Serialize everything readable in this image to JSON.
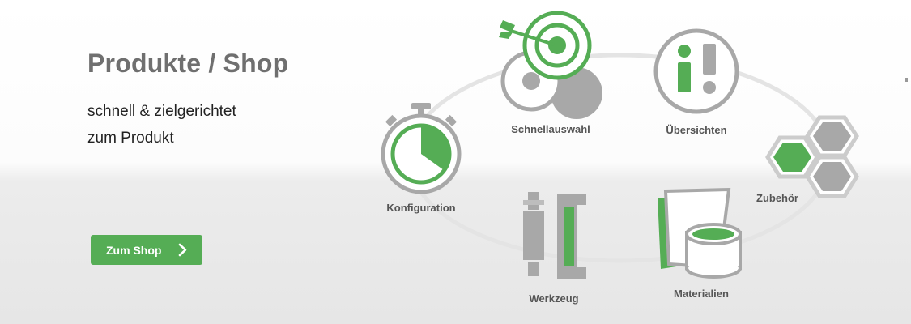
{
  "banner": {
    "title": "Produkte / Shop",
    "tagline_line1": "schnell & zielgerichtet",
    "tagline_line2": "zum Produkt",
    "button_label": "Zum Shop"
  },
  "nodes": {
    "schnellauswahl": "Schnellauswahl",
    "uebersichten": "Übersichten",
    "zubehoer": "Zubehör",
    "materialien": "Materialien",
    "werkzeug": "Werkzeug",
    "konfiguration": "Konfiguration"
  },
  "icons": {
    "schnellauswahl": "target-arrow-icon",
    "uebersichten": "info-exclamation-icon",
    "zubehoer": "hexagons-icon",
    "materialien": "material-roll-icon",
    "werkzeug": "tool-profile-icon",
    "konfiguration": "stopwatch-icon",
    "button": "chevron-right-icon"
  },
  "colors": {
    "accent": "#55ad55",
    "gray": "#a8a8a8",
    "text_dark": "#222222",
    "title": "#6f6f6f"
  }
}
